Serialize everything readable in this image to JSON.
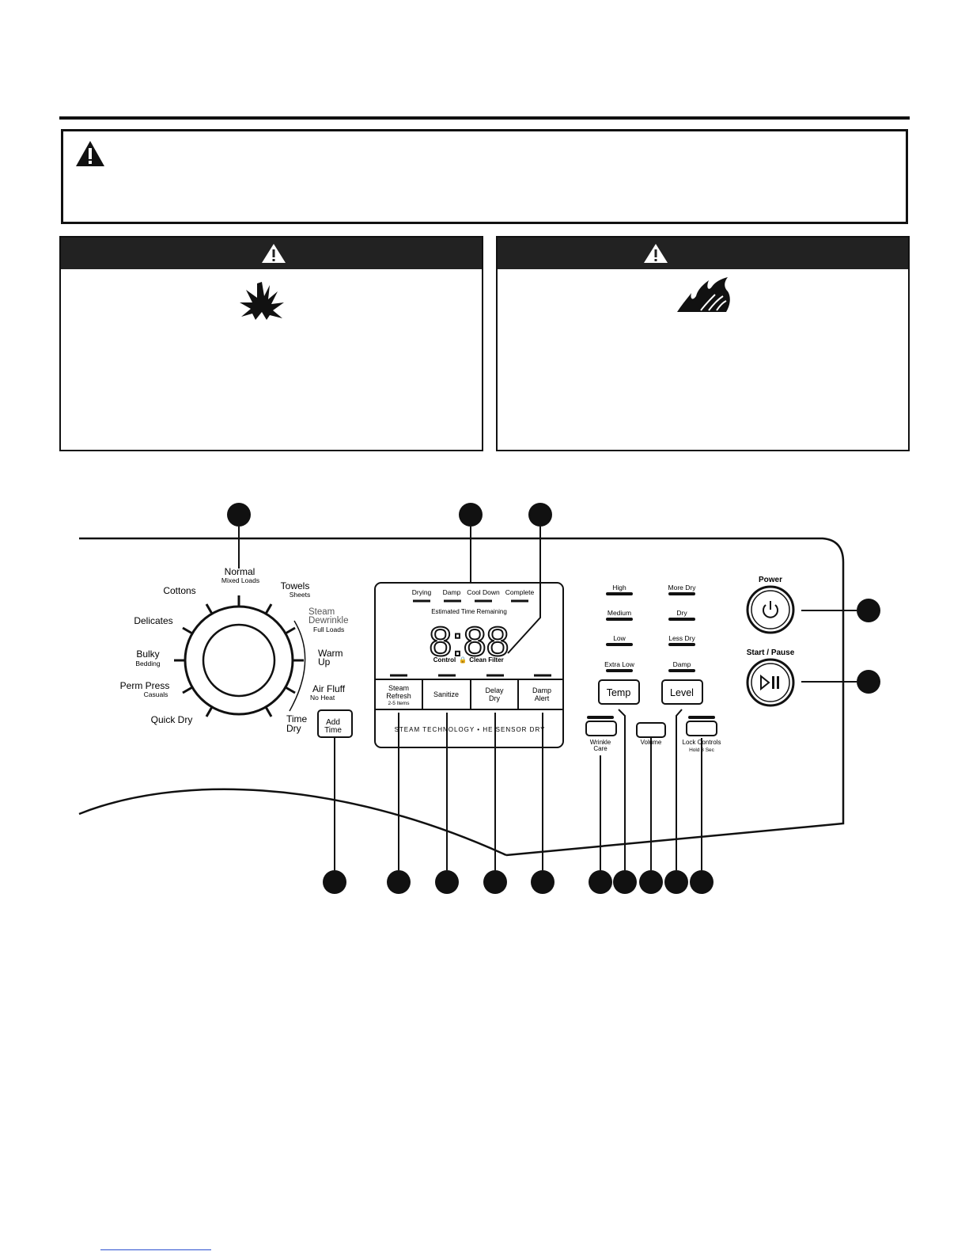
{
  "cycles": [
    {
      "name": "Normal",
      "sub": "Mixed Loads"
    },
    {
      "name": "Towels",
      "sub": "Sheets"
    },
    {
      "name": "Steam Dewrinkle",
      "sub": "Full Loads"
    },
    {
      "name": "Warm Up",
      "sub": ""
    },
    {
      "name": "Air Fluff",
      "sub": "No Heat"
    },
    {
      "name": "Time Dry",
      "sub": ""
    },
    {
      "name": "Cottons",
      "sub": ""
    },
    {
      "name": "Delicates",
      "sub": ""
    },
    {
      "name": "Bulky",
      "sub": "Bedding"
    },
    {
      "name": "Perm Press",
      "sub": "Casuals"
    },
    {
      "name": "Quick Dry",
      "sub": ""
    }
  ],
  "add_time": "Add Time",
  "status_lights": [
    "Drying",
    "Damp",
    "Cool Down",
    "Complete"
  ],
  "display": {
    "estimated_label": "Estimated Time Remaining",
    "digits": "8:88",
    "control_lock": "Control",
    "clean_filter": "Clean Filter"
  },
  "option_buttons": [
    {
      "label": "Steam Refresh",
      "sub": "2-5 Items"
    },
    {
      "label": "Sanitize",
      "sub": ""
    },
    {
      "label": "Delay Dry",
      "sub": ""
    },
    {
      "label": "Damp Alert",
      "sub": ""
    }
  ],
  "panel_footer": "STEAM TECHNOLOGY • HE SENSOR DRY",
  "temp_levels": [
    "High",
    "Medium",
    "Low",
    "Extra Low"
  ],
  "temp_button": "Temp",
  "dry_levels": [
    "More Dry",
    "Dry",
    "Less Dry",
    "Damp"
  ],
  "level_button": "Level",
  "wrinkle_care": "Wrinkle Care",
  "volume": "Volume",
  "lock_controls": {
    "label": "Lock Controls",
    "sub": "Hold 3 Sec"
  },
  "power": "Power",
  "start_pause": "Start / Pause"
}
